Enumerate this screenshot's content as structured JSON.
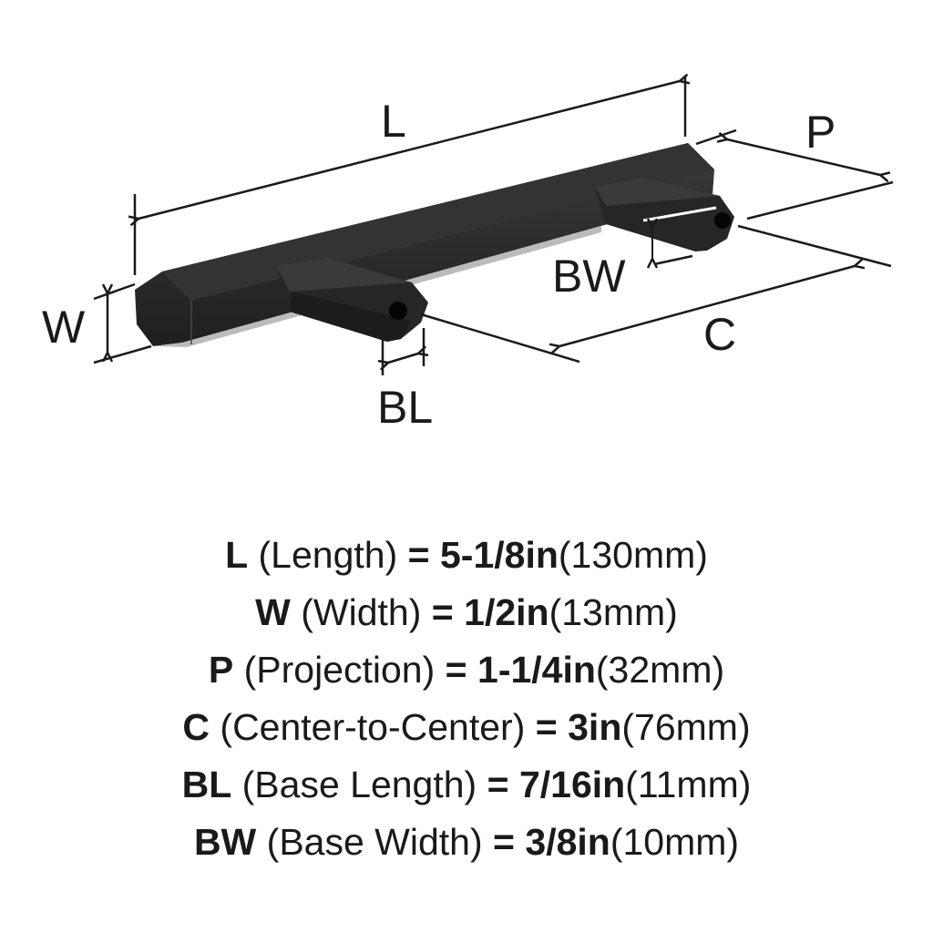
{
  "diagram": {
    "labels": {
      "L": "L",
      "P": "P",
      "BW": "BW",
      "C": "C",
      "W": "W",
      "BL": "BL"
    }
  },
  "specs": [
    {
      "code": "L",
      "name": "(Length)",
      "eq": "=",
      "imperial": "5-1/8in",
      "metric": "(130mm)"
    },
    {
      "code": "W",
      "name": "(Width)",
      "eq": "=",
      "imperial": "1/2in",
      "metric": "(13mm)"
    },
    {
      "code": "P",
      "name": "(Projection)",
      "eq": "=",
      "imperial": "1-1/4in",
      "metric": "(32mm)"
    },
    {
      "code": "C",
      "name": "(Center-to-Center)",
      "eq": "=",
      "imperial": "3in",
      "metric": "(76mm)"
    },
    {
      "code": "BL",
      "name": "(Base Length)",
      "eq": "=",
      "imperial": "7/16in",
      "metric": "(11mm)"
    },
    {
      "code": "BW",
      "name": "(Base Width)",
      "eq": "=",
      "imperial": "3/8in",
      "metric": "(10mm)"
    }
  ],
  "colors": {
    "handle": "#2b2b2b",
    "ink": "#1a1a1a"
  }
}
